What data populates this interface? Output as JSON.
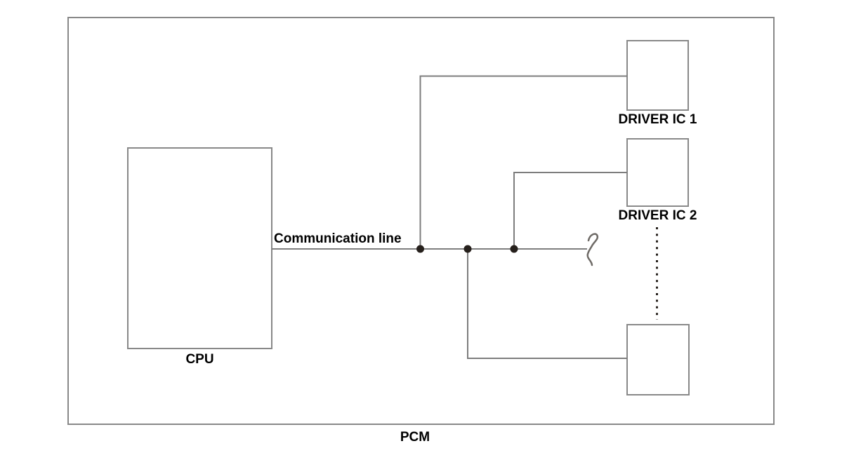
{
  "diagram": {
    "pcm_label": "PCM",
    "cpu_label": "CPU",
    "communication_line_label": "Communication line",
    "driver_ic_1_label": "DRIVER IC 1",
    "driver_ic_2_label": "DRIVER IC 2"
  },
  "colors": {
    "background": "#ffffff",
    "box_border": "#888888",
    "connection_line": "#7d7d7d",
    "junction_dot": "#26201c",
    "dotted_line": "#26201c",
    "break_symbol": "#6e6a66",
    "text": "#000000"
  }
}
